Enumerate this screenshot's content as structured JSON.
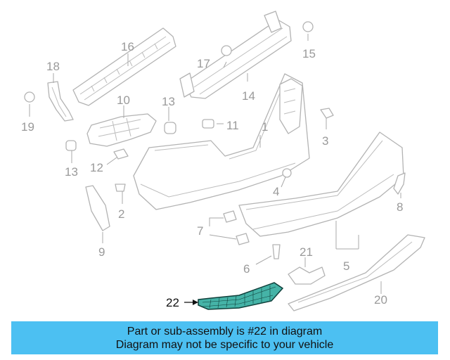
{
  "diagram": {
    "callouts": [
      "1",
      "2",
      "3",
      "4",
      "5",
      "6",
      "7",
      "8",
      "9",
      "10",
      "11",
      "12",
      "13",
      "13",
      "14",
      "15",
      "16",
      "17",
      "18",
      "19",
      "20",
      "21",
      "22"
    ],
    "highlight_color": "#45b3a7"
  },
  "banner": {
    "line1": "Part or sub-assembly is #22 in diagram",
    "line2": "Diagram may not be specific to your vehicle",
    "background": "#4cc0f2"
  }
}
